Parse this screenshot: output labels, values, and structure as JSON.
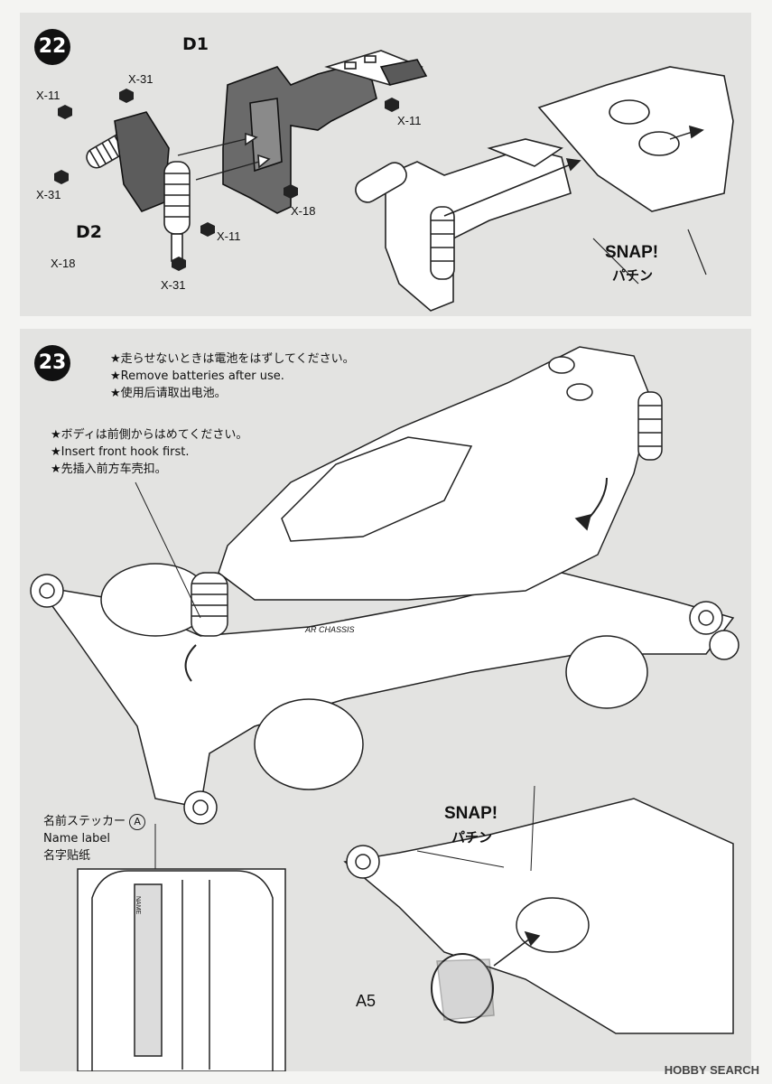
{
  "step22": {
    "number": "22",
    "parts": {
      "d1": "D1",
      "d2": "D2",
      "x11_a": "X-11",
      "x31_a": "X-31",
      "x31_b": "X-31",
      "x18_a": "X-18",
      "x11_b": "X-11",
      "x11_c": "X-11",
      "x18_b": "X-18",
      "x31_c": "X-31"
    },
    "snap": "SNAP!",
    "snap_jp": "パチン"
  },
  "step23": {
    "number": "23",
    "battery_note": [
      "走らせないときは電池をはずしてください。",
      "Remove batteries after use.",
      "使用后请取出电池。"
    ],
    "body_note": [
      "ボディは前側からはめてください。",
      "Insert front hook first.",
      "先插入前方车壳扣。"
    ],
    "name_label": [
      "名前ステッカー",
      "Name label",
      "名字贴纸"
    ],
    "name_label_sticker": "A",
    "snap": "SNAP!",
    "snap_jp": "パチン",
    "part_a5": "A5",
    "chassis_logo": "AR CHASSIS",
    "sticker_text": "NAME"
  },
  "watermark": "HOBBY SEARCH"
}
